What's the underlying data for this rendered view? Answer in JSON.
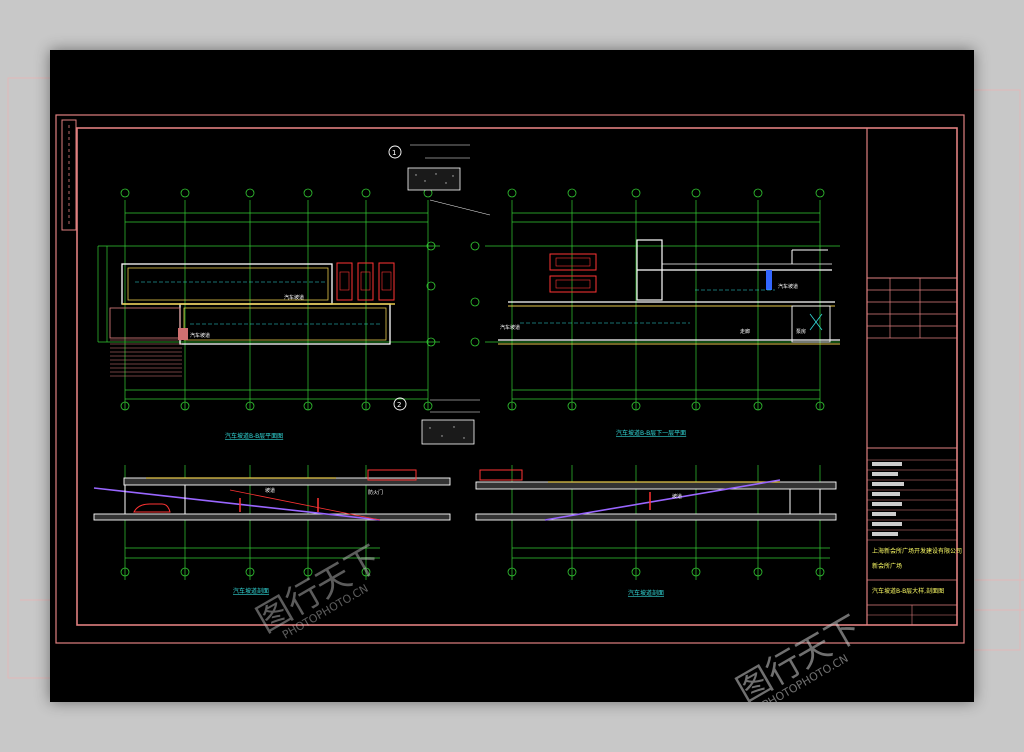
{
  "drawing": {
    "detail_1_marker": "1",
    "detail_2_marker": "2",
    "plan_b1_title": "汽车坡道B-B层平面图",
    "plan_b2_title": "汽车坡道B-B层下一层平面",
    "section_1_title": "汽车坡道剖面",
    "section_2_title": "汽车坡道剖面",
    "label_ramp": "汽车坡道",
    "label_pump": "泵房",
    "label_corridor": "走廊",
    "label_slope": "坡道",
    "label_fire": "防火门"
  },
  "title_block": {
    "company": "上海新会所广场开发建设有限公司",
    "project": "新会所广场",
    "sheet_name": "汽车坡道B-B层大样,剖面图"
  },
  "watermark": {
    "logo": "图行天下",
    "text": "PHOTOPHOTO.CN"
  },
  "colors": {
    "frame": "#e08080",
    "dims": "#33cc33",
    "walls": "#ffffff",
    "accent": "#ff3333",
    "cyan": "#33dddd",
    "yellow": "#e6c84a"
  }
}
